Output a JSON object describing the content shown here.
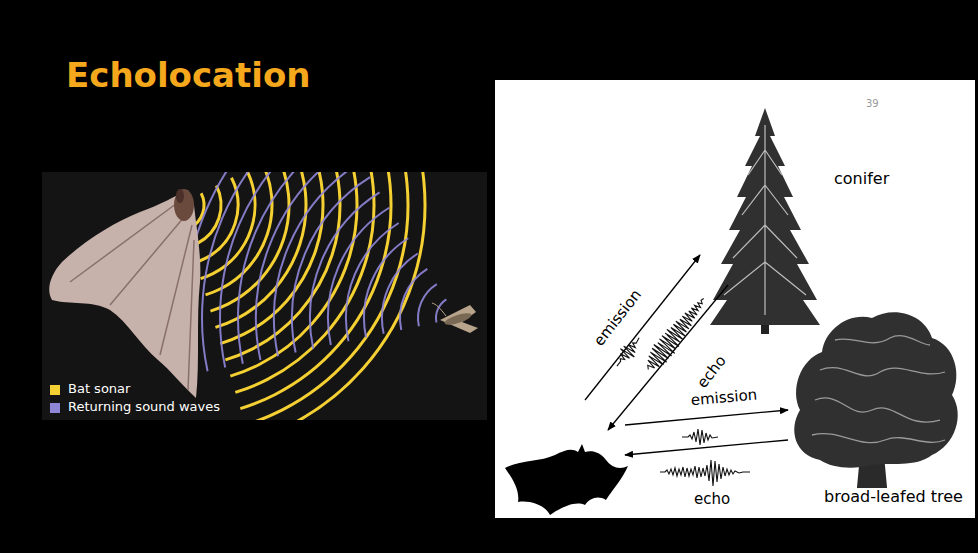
{
  "diagram": {
    "title": "Echolocation",
    "labels": [
      "39",
      "conifer",
      "emission",
      "echo",
      "emission",
      "echo",
      "broad-leafed tree"
    ],
    "legend": [
      {
        "text": "Bat sonar",
        "color": "#f5d033"
      },
      {
        "text": "Returning sound waves",
        "color": "#8f86d8"
      }
    ]
  }
}
